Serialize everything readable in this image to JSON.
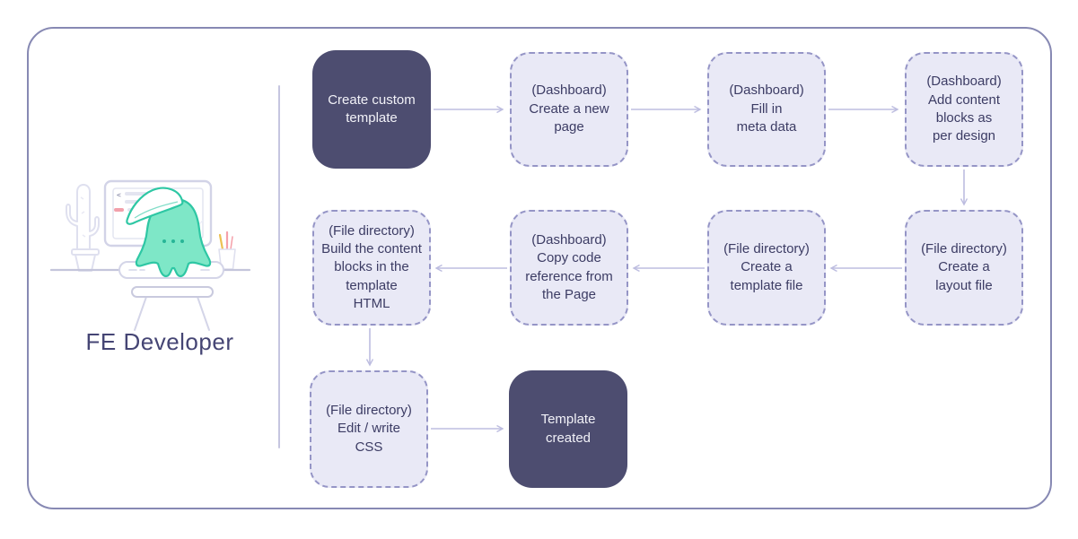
{
  "diagram": {
    "actor_label": "FE Developer",
    "nodes": [
      {
        "id": "create-custom-template",
        "label": "Create custom\ntemplate",
        "type": "solid"
      },
      {
        "id": "create-new-page",
        "label": "(Dashboard)\nCreate a new\npage",
        "type": "dashed"
      },
      {
        "id": "fill-meta-data",
        "label": "(Dashboard)\nFill in\nmeta data",
        "type": "dashed"
      },
      {
        "id": "add-content-blocks",
        "label": "(Dashboard)\nAdd content\nblocks as\nper design",
        "type": "dashed"
      },
      {
        "id": "create-layout-file",
        "label": "(File directory)\nCreate a\nlayout file",
        "type": "dashed"
      },
      {
        "id": "create-template-file",
        "label": "(File directory)\nCreate a\ntemplate file",
        "type": "dashed"
      },
      {
        "id": "copy-code-reference",
        "label": "(Dashboard)\nCopy code\nreference from\nthe Page",
        "type": "dashed"
      },
      {
        "id": "build-content-blocks",
        "label": "(File directory)\nBuild the content\nblocks in the\ntemplate\nHTML",
        "type": "dashed"
      },
      {
        "id": "edit-write-css",
        "label": "(File directory)\nEdit / write\nCSS",
        "type": "dashed"
      },
      {
        "id": "template-created",
        "label": "Template\ncreated",
        "type": "solid"
      }
    ],
    "colors": {
      "frame_border": "#8789b3",
      "divider": "#c6c6e0",
      "solid_node_bg": "#4d4d70",
      "solid_node_text": "#f2f2f8",
      "dashed_node_bg": "#e9e9f6",
      "dashed_node_border": "#9595c6",
      "node_text": "#3c3c64",
      "arrow": "#bdbde0",
      "actor_label_text": "#454574",
      "mascot_fill": "#7ee7c7",
      "mascot_stroke": "#2ec7a4",
      "mascot_face": "#27b596",
      "illustration_line": "#d8d9ea",
      "code_bar_gray": "#e4e5f0",
      "code_bar_teal": "#a9e9cf",
      "code_bar_pink": "#f2a0ab",
      "pencil_yellow": "#ecc153",
      "pencil_red": "#f5a0aa"
    }
  }
}
